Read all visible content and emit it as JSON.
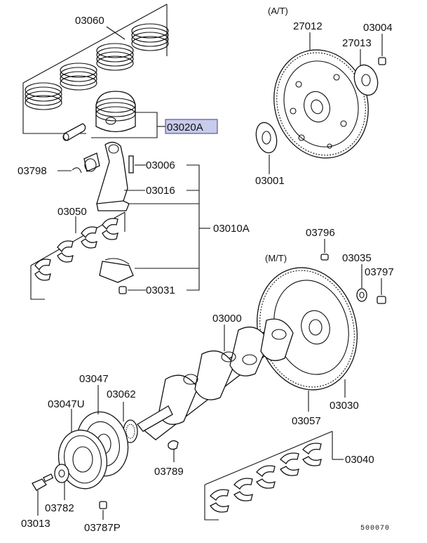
{
  "labels": {
    "p03060": "03060",
    "p03020A": "03020A",
    "p03798": "03798",
    "p03006": "03006",
    "p03016": "03016",
    "p03050": "03050",
    "p03010A": "03010A",
    "p03031": "03031",
    "p27012": "27012",
    "p27013": "27013",
    "p03004": "03004",
    "p03001": "03001",
    "p03796": "03796",
    "p03035": "03035",
    "p03797": "03797",
    "p03000": "03000",
    "p03047": "03047",
    "p03047U": "03047U",
    "p03062": "03062",
    "p03789": "03789",
    "p03782": "03782",
    "p03013": "03013",
    "p03787P": "03787P",
    "p03057": "03057",
    "p03030": "03030",
    "p03040": "03040"
  },
  "headers": {
    "at": "(A/T)",
    "mt": "(M/T)"
  },
  "diagram_code": "500070",
  "highlight_color": "#c8cbea"
}
